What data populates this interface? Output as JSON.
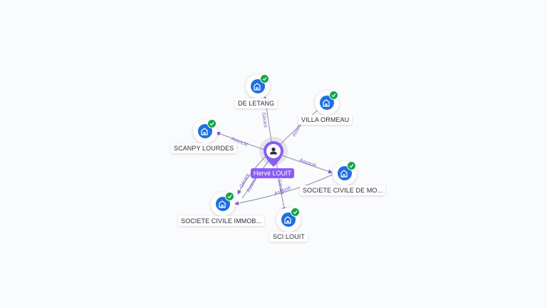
{
  "center": {
    "label": "Hervé LOUIT",
    "icon": "person-pin-icon"
  },
  "companies": [
    {
      "id": "de-letang",
      "label": "DE LETANG",
      "icon": "building-icon",
      "verified": true
    },
    {
      "id": "villa-ormeau",
      "label": "VILLA ORMEAU",
      "icon": "building-icon",
      "verified": true
    },
    {
      "id": "scanpy-lourdes",
      "label": "SCANPY LOURDES",
      "icon": "building-icon",
      "verified": true
    },
    {
      "id": "scv-de-mo",
      "label": "SOCIETE CIVILE DE MO...",
      "icon": "building-icon",
      "verified": true
    },
    {
      "id": "sc-immob",
      "label": "SOCIETE CIVILE IMMOB...",
      "icon": "building-icon",
      "verified": true
    },
    {
      "id": "sci-louit",
      "label": "SCI LOUIT",
      "icon": "building-icon",
      "verified": true
    }
  ],
  "edges": [
    {
      "label": "Gérant"
    },
    {
      "label": "Associé"
    },
    {
      "label": "Associé"
    },
    {
      "label": "Associé"
    },
    {
      "label": "Gérant"
    },
    {
      "label": "Associé"
    },
    {
      "label": "Gérant"
    },
    {
      "label": "Associé"
    }
  ],
  "colors": {
    "accent": "#8b5cf6",
    "node": "#1f6fe0",
    "verified": "#17a34a",
    "edge": "#8a8fa3"
  }
}
